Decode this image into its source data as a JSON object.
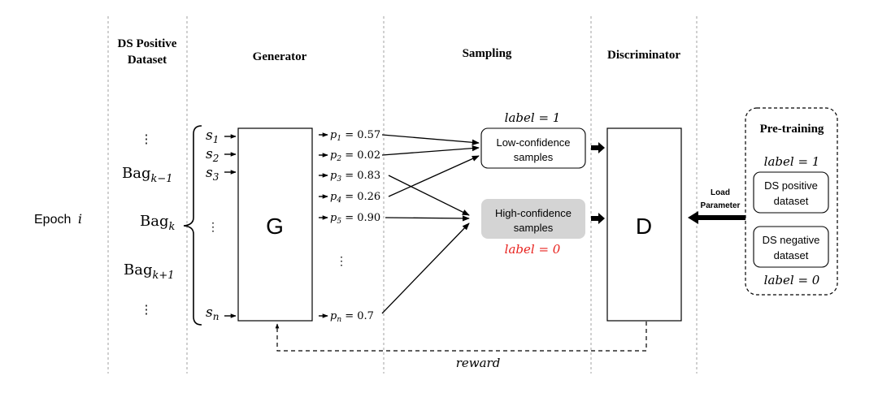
{
  "headers": {
    "ds_positive_line1": "DS Positive",
    "ds_positive_line2": "Dataset",
    "generator": "Generator",
    "sampling": "Sampling",
    "discriminator": "Discriminator",
    "pretraining": "Pre-training"
  },
  "epoch": {
    "word": "Epoch",
    "var": "i"
  },
  "bags": {
    "dots": "⋮",
    "prev_base": "Bag",
    "prev_sub": "k−1",
    "curr_base": "Bag",
    "curr_sub": "k",
    "next_base": "Bag",
    "next_sub": "k+1"
  },
  "sentences": [
    {
      "base": "s",
      "sub": "1"
    },
    {
      "base": "s",
      "sub": "2"
    },
    {
      "base": "s",
      "sub": "3"
    },
    {
      "base": "s",
      "sub": "n"
    }
  ],
  "generator_letter": "G",
  "discriminator_letter": "D",
  "probabilities": [
    {
      "sub": "1",
      "value": " = 0.57"
    },
    {
      "sub": "2",
      "value": " = 0.02"
    },
    {
      "sub": "3",
      "value": " = 0.83"
    },
    {
      "sub": "4",
      "value": " = 0.26"
    },
    {
      "sub": "5",
      "value": " = 0.90"
    },
    {
      "sub": "n",
      "value": " = 0.7"
    }
  ],
  "prob_var": "p",
  "sampling": {
    "label_top": "label = 1",
    "low_line1": "Low-confidence",
    "low_line2": "samples",
    "high_line1": "High-confidence",
    "high_line2": "samples",
    "label_bottom": "label = 0"
  },
  "pretraining": {
    "label_top": "label = 1",
    "pos_line1": "DS positive",
    "pos_line2": "dataset",
    "neg_line1": "DS negative",
    "neg_line2": "dataset",
    "label_bottom": "label = 0"
  },
  "load_parameter": {
    "line1": "Load",
    "line2": "Parameter"
  },
  "reward": "reward",
  "colors": {
    "high_fill": "#d4d4d4",
    "label_red": "#e8231f",
    "divider": "#a0a0a0"
  }
}
